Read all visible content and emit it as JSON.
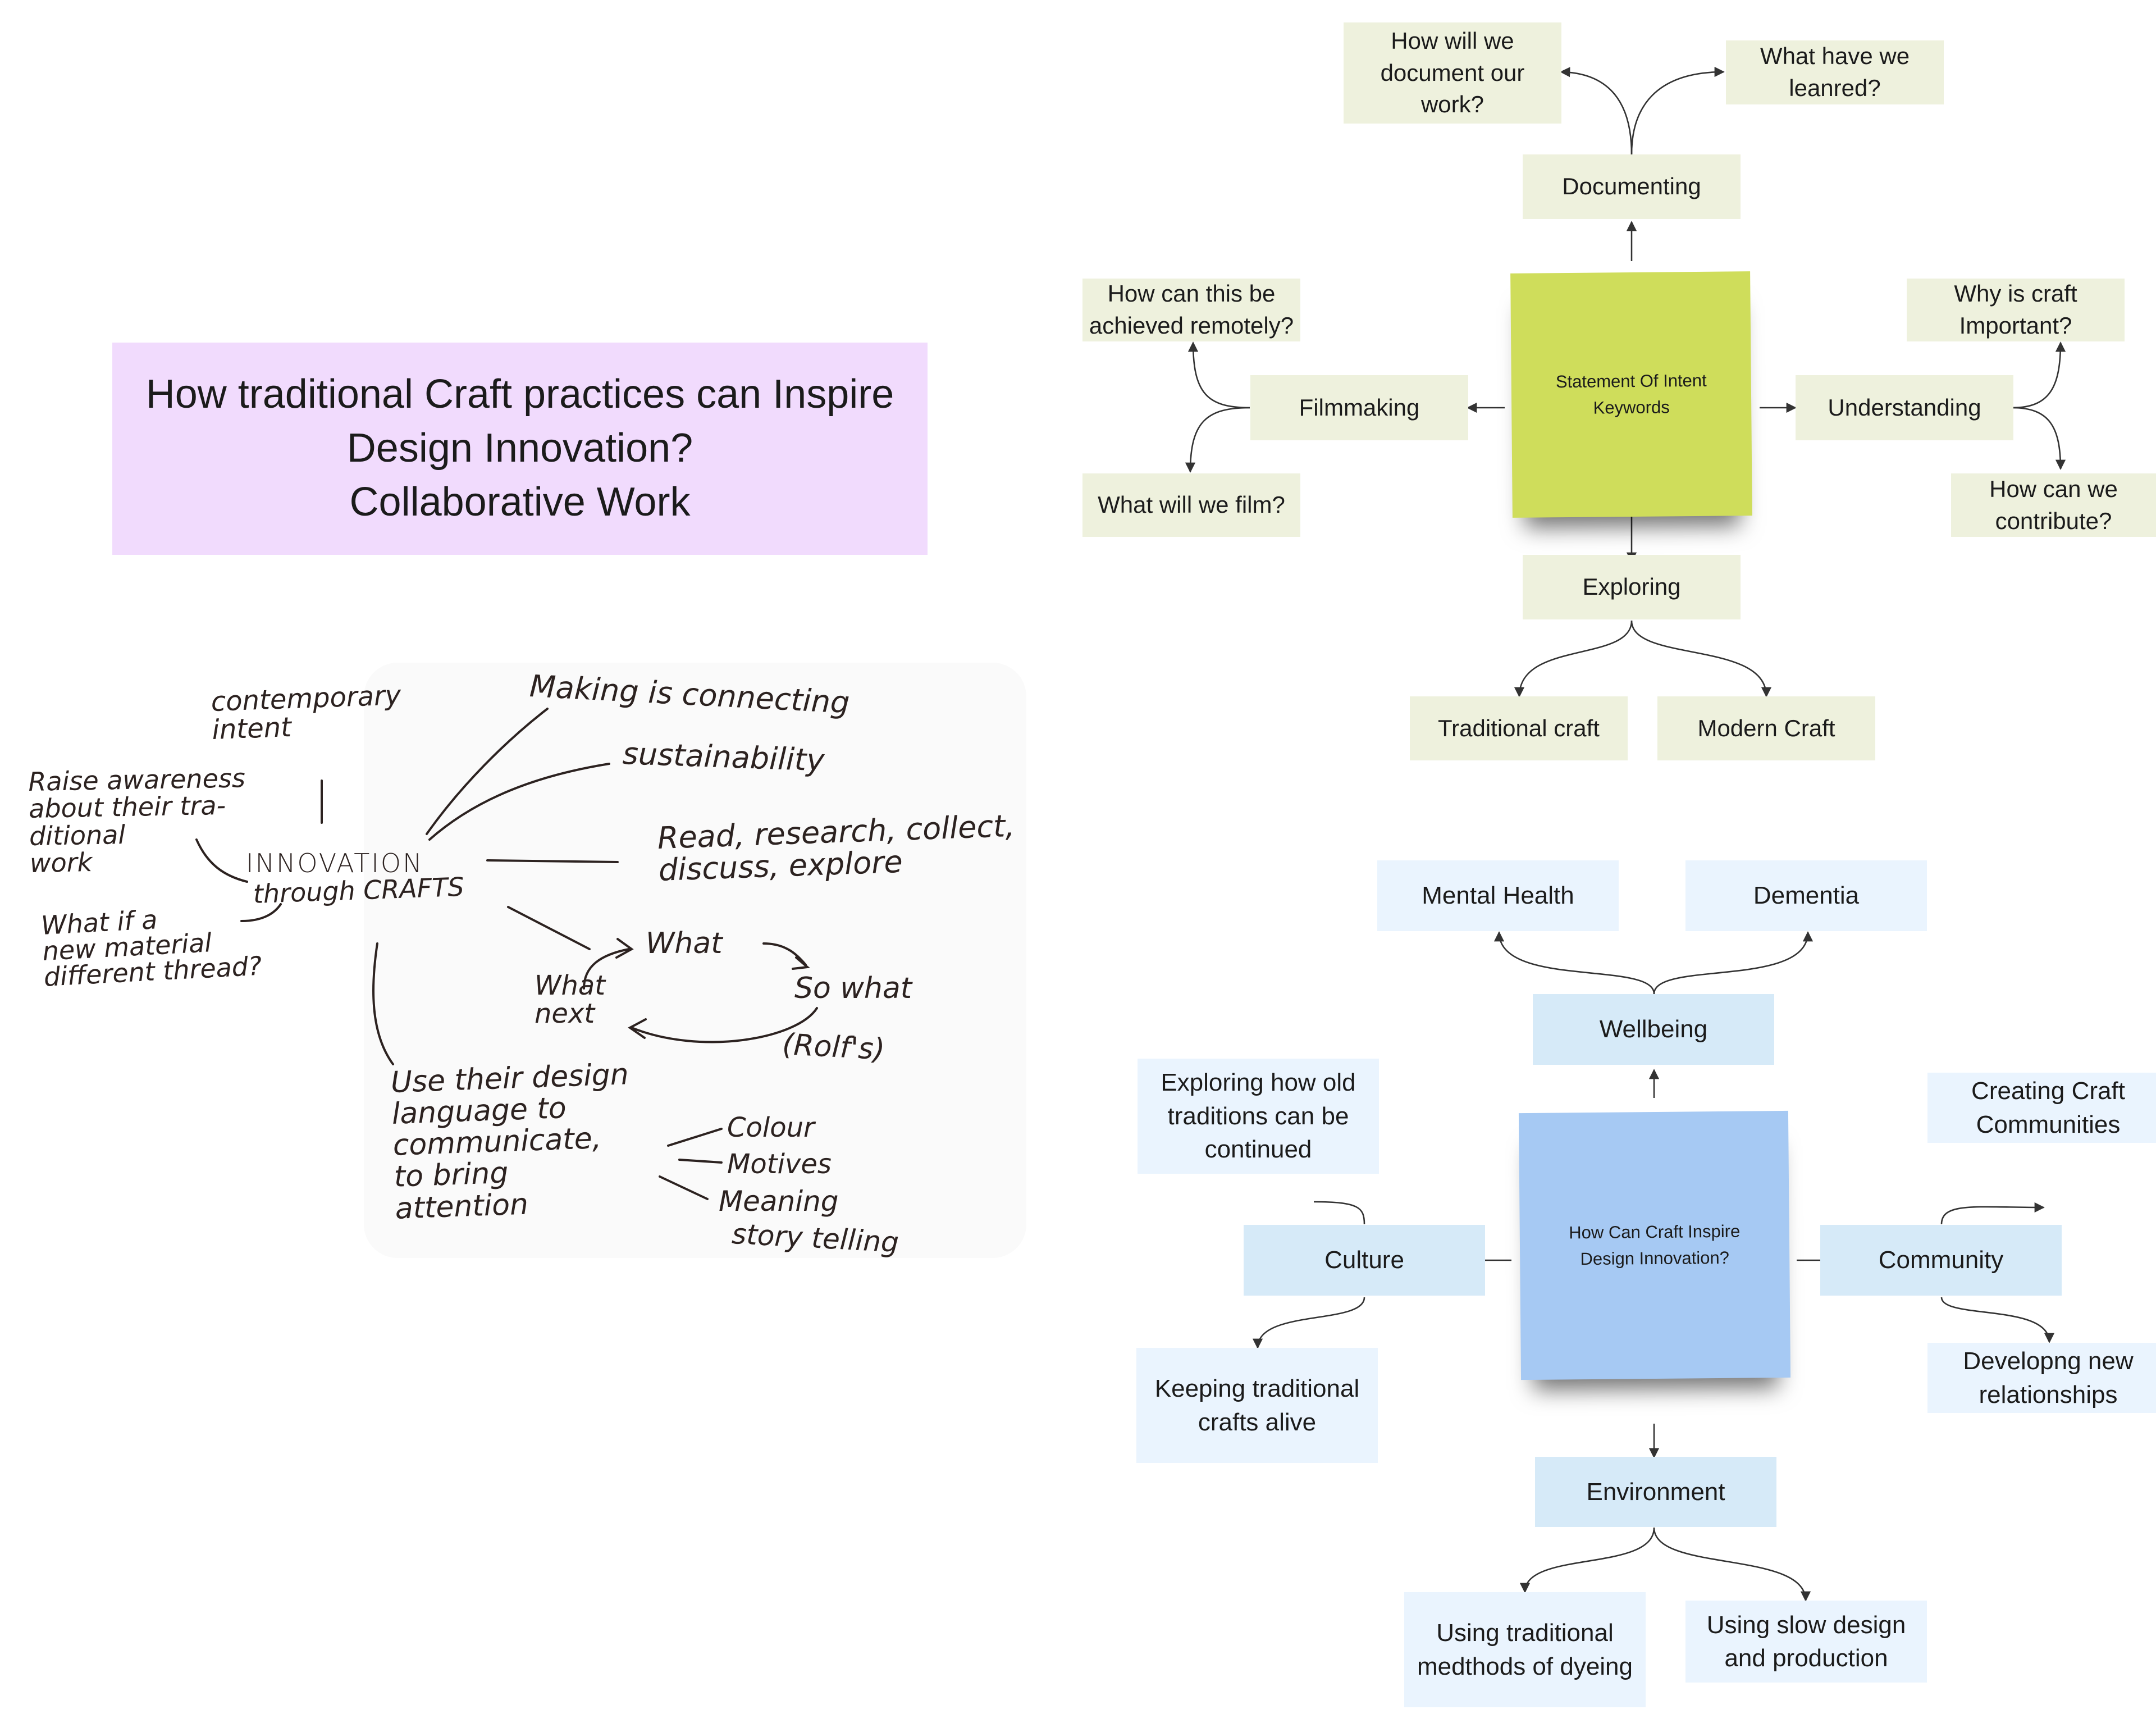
{
  "title": "How traditional Craft practices can Inspire\nDesign Innovation?\nCollaborative Work",
  "mindmap_green": {
    "center": "Statement Of Intent\nKeywords",
    "documenting": "Documenting",
    "doc_q1": "How will we\ndocument our\nwork?",
    "doc_q2": "What have we\nleanred?",
    "filmmaking": "Filmmaking",
    "film_q1": "How can this be\nachieved remotely?",
    "film_q2": "What will we film?",
    "understanding": "Understanding",
    "und_q1": "Why is craft\nImportant?",
    "und_q2": "How can we\ncontribute?",
    "exploring": "Exploring",
    "exp_c1": "Traditional craft",
    "exp_c2": "Modern Craft"
  },
  "mindmap_blue": {
    "center": "How Can Craft Inspire\nDesign Innovation?",
    "wellbeing": "Wellbeing",
    "well_c1": "Mental Health",
    "well_c2": "Dementia",
    "culture": "Culture",
    "cult_c1": "Exploring how old\ntraditions can be\ncontinued",
    "cult_c2": "Keeping traditional\ncrafts alive",
    "community": "Community",
    "comm_c1": "Creating Craft\nCommunities",
    "comm_c2": "Developng new\nrelationships",
    "environment": "Environment",
    "env_c1": "Using traditional\nmedthods of dyeing",
    "env_c2": "Using slow design\nand production"
  },
  "sketch": {
    "center_1": "INNOVATION",
    "center_2": "through CRAFTS",
    "contemporary": "contemporary\nintent",
    "making": "Making is connecting",
    "sustainability": "sustainability",
    "raise": "Raise awareness\nabout their tra-\nditional\nwork",
    "read": "Read, research, collect,\ndiscuss, explore",
    "whatif": "What if a\nnew material\ndifferent thread?",
    "what": "What",
    "sowhat": "So what",
    "whatnext": "What\nnext",
    "rolfs": "(Rolf's)",
    "use": "Use their design\nlanguage to\ncommunicate,\nto bring\nattention",
    "colour": "Colour",
    "motives": "Motives",
    "meaning": "Meaning",
    "storytelling": "story telling"
  }
}
